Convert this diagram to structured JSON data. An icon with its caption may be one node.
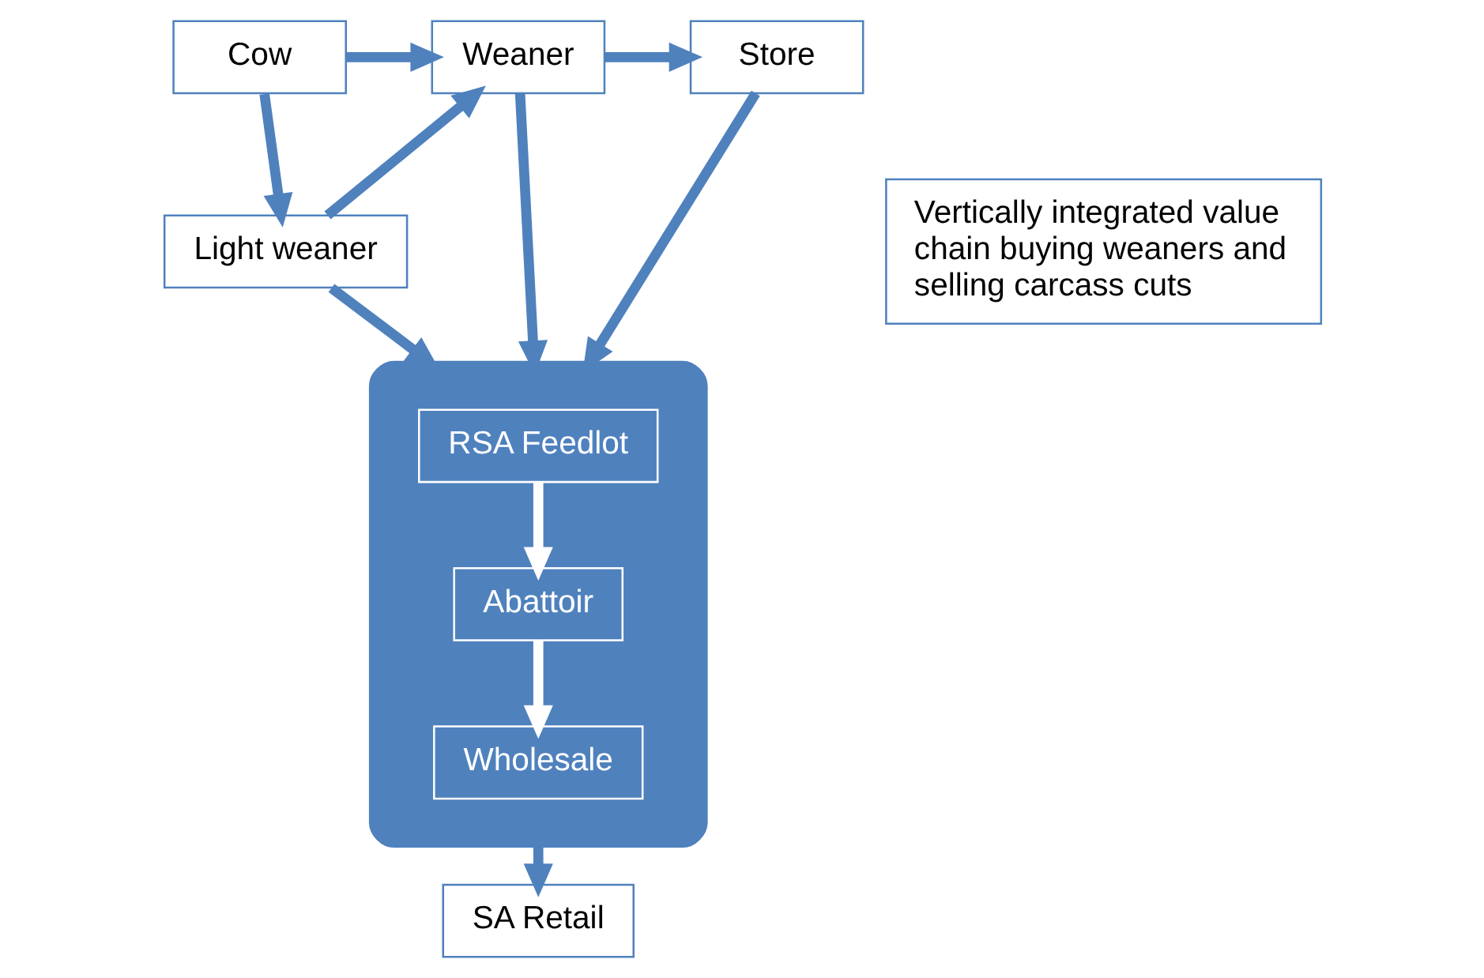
{
  "diagram": {
    "nodes": [
      {
        "text": [
          "Cow"
        ]
      },
      {
        "text": [
          "Weaner"
        ]
      },
      {
        "text": [
          "Store"
        ]
      },
      {
        "text": [
          "Light weaner"
        ]
      },
      {
        "text": [],
        "shape": "ellipse"
      },
      {
        "text": [
          "RSA Feedlot"
        ],
        "in": 4
      },
      {
        "text": [
          "Abattoir"
        ],
        "in": 4
      },
      {
        "text": [
          "Wholesale"
        ],
        "in": 4
      },
      {
        "text": [
          "Vertically integrated value chain buying weaners and selling carcass cuts"
        ]
      },
      {
        "text": [
          "SA Retail"
        ]
      }
    ],
    "edges": [
      {
        "from": 0,
        "to": 1,
        "arrow": "to"
      },
      {
        "from": 1,
        "to": 2,
        "arrow": "to"
      },
      {
        "from": 0,
        "to": 3,
        "arrow": "to"
      },
      {
        "from": 3,
        "to": 1,
        "arrow": "to"
      },
      {
        "from": 1,
        "to": 4,
        "arrow": "to"
      },
      {
        "from": 2,
        "to": 4,
        "arrow": "to"
      },
      {
        "from": 3,
        "to": 4,
        "arrow": "to"
      },
      {
        "from": 5,
        "to": 6,
        "arrow": "to",
        "color": "#ffffff"
      },
      {
        "from": 6,
        "to": 7,
        "arrow": "to",
        "color": "#ffffff"
      },
      {
        "from": 4,
        "to": 9,
        "arrow": "to"
      }
    ]
  }
}
